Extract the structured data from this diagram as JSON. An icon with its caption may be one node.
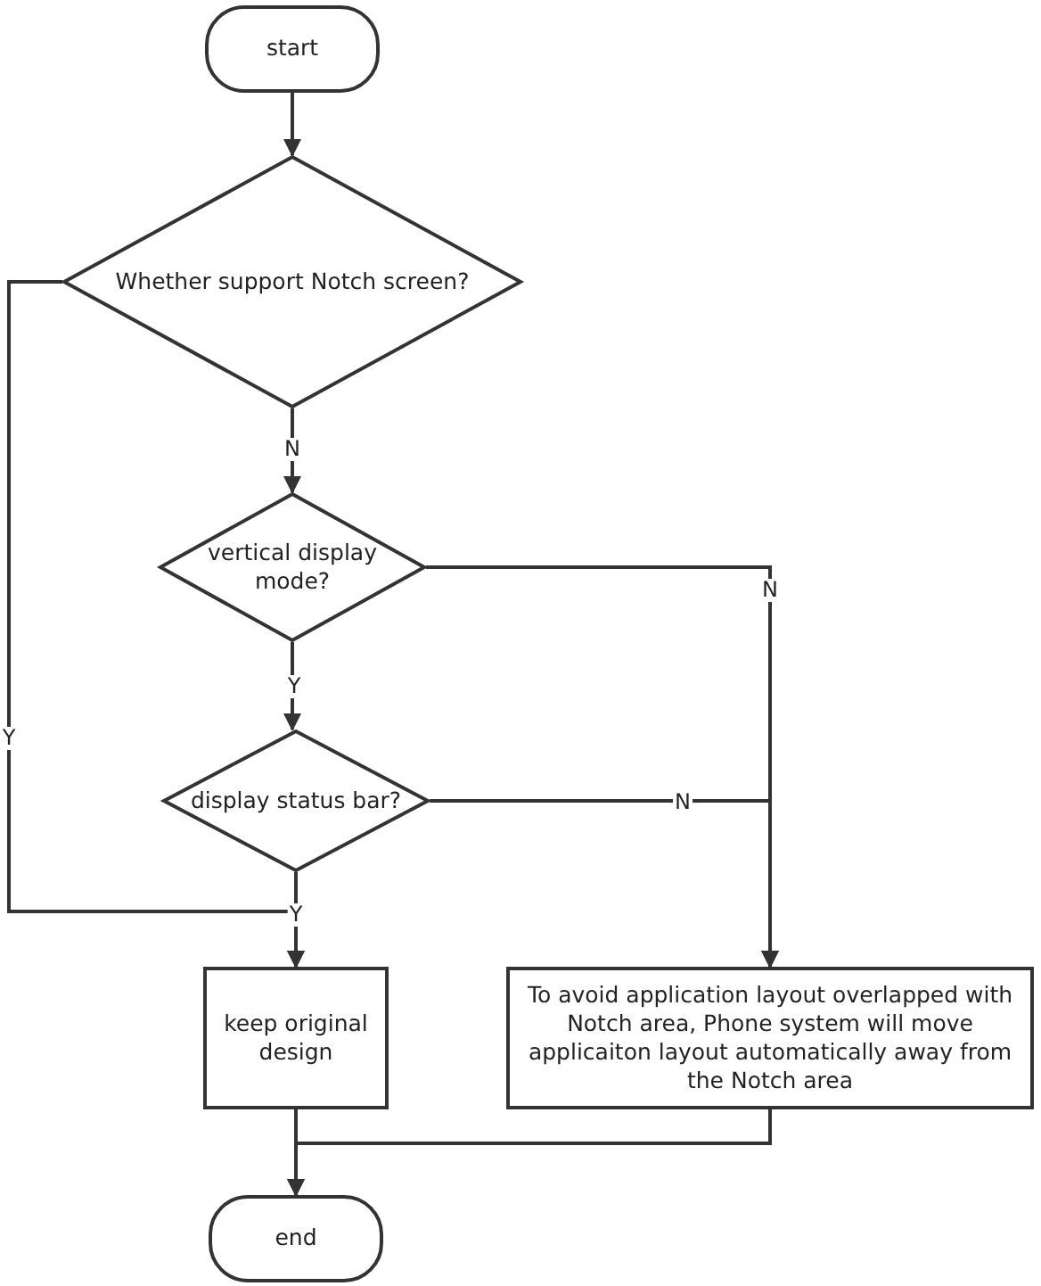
{
  "diagram": {
    "nodes": [
      {
        "text": [
          "start"
        ]
      },
      {
        "text": [
          "Whether support Notch screen?"
        ]
      },
      {
        "text": [
          "vertical display mode?"
        ]
      },
      {
        "text": [
          "display status bar?"
        ]
      },
      {
        "text": [
          "keep original design"
        ]
      },
      {
        "text": [
          "To avoid application layout overlapped with Notch area, Phone system will move applicaiton layout automatically away from the Notch area"
        ]
      },
      {
        "text": [
          "end"
        ]
      }
    ],
    "edges": [
      {
        "from": 0,
        "to": 1,
        "arrow": "to"
      },
      {
        "from": 1,
        "to": 2,
        "arrow": "to",
        "label": "N"
      },
      {
        "from": 1,
        "to": 4,
        "arrow": "to",
        "label": "Y"
      },
      {
        "from": 2,
        "to": 3,
        "arrow": "to",
        "label": "Y"
      },
      {
        "from": 2,
        "to": 5,
        "arrow": "to",
        "label": "N"
      },
      {
        "from": 3,
        "to": 5,
        "arrow": "to",
        "label": "N"
      },
      {
        "from": 3,
        "to": 4,
        "arrow": "to",
        "label": "Y"
      },
      {
        "from": 4,
        "to": 6,
        "arrow": "to"
      },
      {
        "from": 5,
        "to": 6,
        "arrow": "to"
      }
    ]
  }
}
